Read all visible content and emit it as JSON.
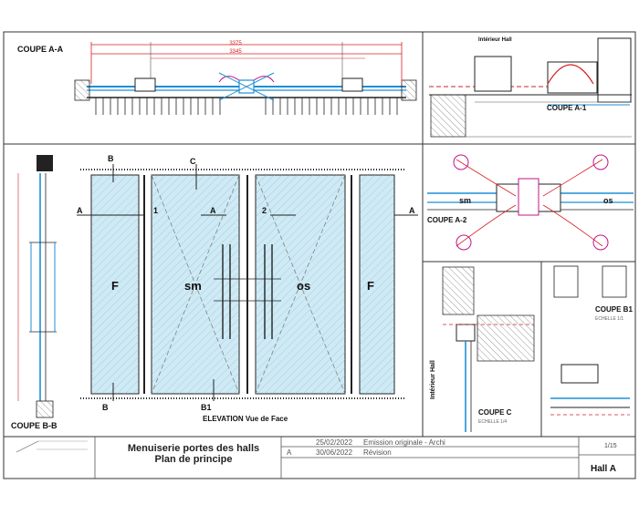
{
  "sections": {
    "coupe_aa": "COUPE A-A",
    "coupe_a1": "COUPE A-1",
    "coupe_a2": "COUPE A-2",
    "coupe_bb": "COUPE B-B",
    "coupe_b1": "COUPE B1",
    "coupe_b1_scale": "ECHELLE 1/1",
    "coupe_c": "COUPE C",
    "coupe_c_scale": "ECHELLE 1/4",
    "interieur_hall_top": "Intérieur Hall",
    "interieur_hall_side": "Intérieur Hall",
    "elevation": "ELEVATION Vue de Face"
  },
  "dimensions": {
    "d1": "3375",
    "d2": "3345"
  },
  "markers": {
    "B": "B",
    "C": "C",
    "A": "A",
    "one": "1",
    "two": "2",
    "B1": "B1"
  },
  "panels": {
    "F_left": "F",
    "sm": "sm",
    "os": "os",
    "F_right": "F"
  },
  "detail_labels": {
    "sm": "sm",
    "os": "os"
  },
  "title_block": {
    "title_line1": "Menuiserie portes des halls",
    "title_line2": "Plan de principe",
    "rev1_date": "25/02/2022",
    "rev1_desc": "Emission originale - Archi",
    "rev2_index": "A",
    "rev2_date": "30/06/2022",
    "rev2_desc": "Révision",
    "sheet": "1/15",
    "location": "Hall A"
  },
  "colors": {
    "glass": "#cfeaf4",
    "frame_blue": "#1f8fd6",
    "red": "#d62020",
    "magenta": "#c0148a",
    "line": "#222222"
  }
}
